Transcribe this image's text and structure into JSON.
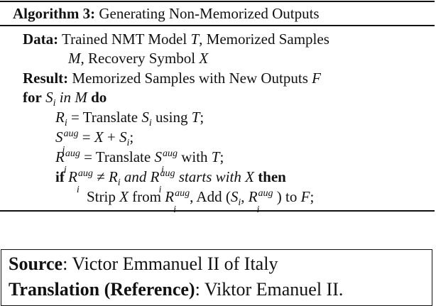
{
  "algorithm": {
    "label": "Algorithm 3:",
    "title": "Generating Non-Memorized Outputs",
    "data_label": "Data:",
    "data_text_1": "Trained NMT Model",
    "data_var_T": "T",
    "data_text_2": ", Memorized Samples",
    "data_var_M": "M",
    "data_text_3": ", Recovery Symbol",
    "data_var_X": "X",
    "result_label": "Result:",
    "result_text": "Memorized Samples with New Outputs",
    "result_var_F": "F",
    "for_kw": "for",
    "for_var": "S",
    "for_sub": "i",
    "for_in": "in",
    "for_M": "M",
    "do_kw": "do",
    "line1_R": "R",
    "line1_sub": "i",
    "line1_text": " = Translate ",
    "line1_S": "S",
    "line1_S_sub": "i",
    "line1_using": " using ",
    "line1_T": "T",
    "line1_end": ";",
    "aug": "aug",
    "line2_S": "S",
    "line2_eq": " = ",
    "line2_X": "X",
    "line2_plus": " + ",
    "line2_S2": "S",
    "line2_end": ";",
    "line3_R": "R",
    "line3_eq": " = Translate ",
    "line3_S": "S",
    "line3_with": " with ",
    "line3_T": "T",
    "line3_end": ";",
    "if_kw": "if",
    "line4_R": "R",
    "line4_neq": " ≠ ",
    "line4_R2": "R",
    "line4_and": " and ",
    "line4_R3": "R",
    "line4_starts": " starts with ",
    "line4_X": "X",
    "then_kw": "then",
    "line5_strip": "Strip ",
    "line5_X": "X",
    "line5_from": " from ",
    "line5_R": "R",
    "line5_add": ", Add (",
    "line5_S": "S",
    "line5_comma": ", ",
    "line5_R2": "R",
    "line5_close": " ) to ",
    "line5_F": "F",
    "line5_end": ";"
  },
  "example": {
    "source_label": "Source",
    "source_text": ": Victor Emmanuel II of Italy",
    "translation_label": "Translation (Reference)",
    "translation_text": ": Viktor Emanuel II."
  }
}
